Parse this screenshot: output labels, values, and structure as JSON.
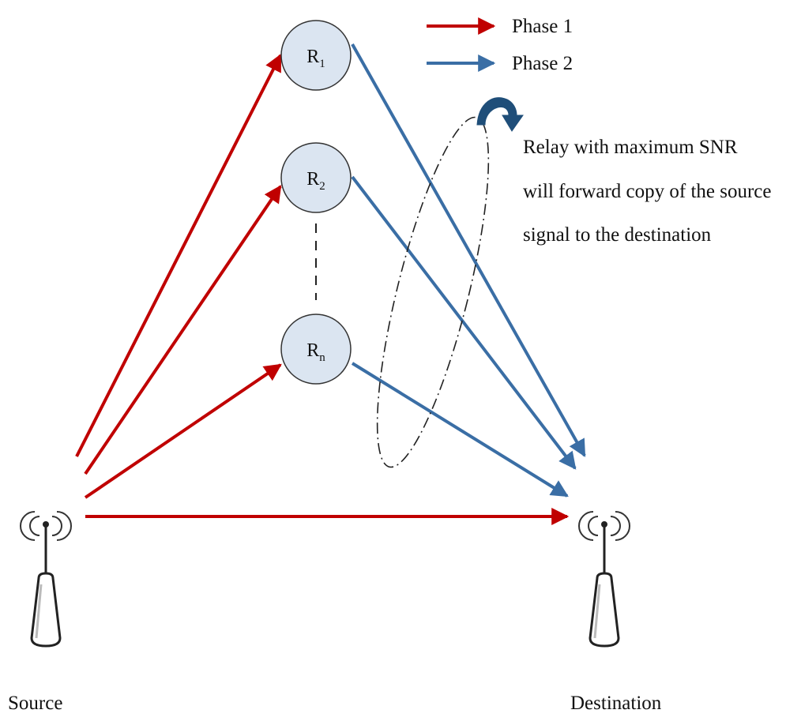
{
  "diagram": {
    "legend": [
      {
        "label": "Phase 1",
        "color": "#c00000"
      },
      {
        "label": "Phase 2",
        "color": "#3a6ea5"
      }
    ],
    "relays": [
      {
        "letter": "R",
        "sub": "1"
      },
      {
        "letter": "R",
        "sub": "2"
      },
      {
        "letter": "R",
        "sub": "n"
      }
    ],
    "annotation": [
      "Relay with maximum SNR",
      "will forward copy of the source",
      "signal  to the destination"
    ],
    "source_label": "Source",
    "destination_label": "Destination",
    "colors": {
      "phase1": "#c00000",
      "phase2": "#3a6ea5",
      "node_fill": "#dbe5f1",
      "curve_arrow": "#1f4e79"
    },
    "icons": {
      "source": "antenna-icon",
      "destination": "antenna-icon",
      "selection": "curved-arrow-icon"
    }
  }
}
